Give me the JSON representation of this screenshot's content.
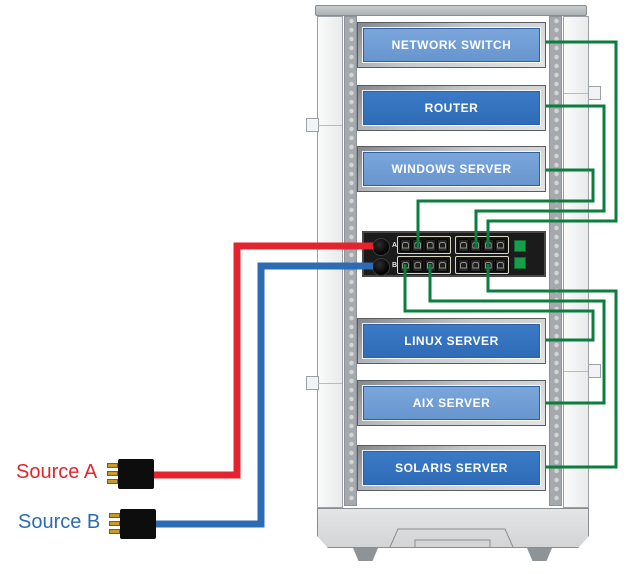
{
  "colors": {
    "source_a_red": "#e3242e",
    "source_b_blue": "#2c6cb5",
    "power_cable_green": "#0b7d3c",
    "server_light_blue": "#6d9bd4",
    "server_dark_blue": "#3374c2",
    "pdu_led_green": "#179e4b"
  },
  "sources": [
    {
      "id": "A",
      "label": "Source A",
      "color": "#e3242e",
      "icon": "power-plug-icon"
    },
    {
      "id": "B",
      "label": "Source B",
      "color": "#2c6cb5",
      "icon": "power-plug-icon"
    }
  ],
  "rack": {
    "units": [
      {
        "label": "NETWORK SWITCH",
        "tone": "light"
      },
      {
        "label": "ROUTER",
        "tone": "dark"
      },
      {
        "label": "WINDOWS SERVER",
        "tone": "light"
      },
      {
        "label": "LINUX SERVER",
        "tone": "dark"
      },
      {
        "label": "AIX SERVER",
        "tone": "light"
      },
      {
        "label": "SOLARIS SERVER",
        "tone": "dark"
      }
    ]
  },
  "pdu": {
    "feeds": [
      {
        "label": "A"
      },
      {
        "label": "B"
      }
    ],
    "outlet_banks": 2,
    "rows_per_bank": 2,
    "outlets_per_row": 4,
    "status_leds": 2
  },
  "connections": [
    {
      "from": "Source A",
      "to": "PDU feed A",
      "color": "red"
    },
    {
      "from": "Source B",
      "to": "PDU feed B",
      "color": "blue"
    },
    {
      "from": "PDU bank 2 top outlet 3",
      "to": "NETWORK SWITCH",
      "color": "green"
    },
    {
      "from": "PDU bank 2 top outlet 2",
      "to": "ROUTER",
      "color": "green"
    },
    {
      "from": "PDU bank 1 top outlet 2",
      "to": "WINDOWS SERVER",
      "color": "green"
    },
    {
      "from": "PDU bank 1 bottom outlet 1",
      "to": "LINUX SERVER",
      "color": "green"
    },
    {
      "from": "PDU bank 1 bottom outlet 3",
      "to": "AIX SERVER",
      "color": "green"
    },
    {
      "from": "PDU bank 2 bottom outlet 3",
      "to": "SOLARIS SERVER",
      "color": "green"
    }
  ],
  "cables": [
    {
      "name": "source-a-to-feed-a",
      "color": "#e3242e",
      "width": 7,
      "points": [
        [
          150,
          475
        ],
        [
          237,
          475
        ],
        [
          237,
          246
        ],
        [
          373,
          246
        ]
      ]
    },
    {
      "name": "source-b-to-feed-b",
      "color": "#2c6cb5",
      "width": 7,
      "points": [
        [
          152,
          524
        ],
        [
          261,
          524
        ],
        [
          261,
          266
        ],
        [
          373,
          266
        ]
      ]
    },
    {
      "name": "network-switch-power",
      "color": "#0b7d3c",
      "width": 3,
      "points": [
        [
          546,
          42
        ],
        [
          616,
          42
        ],
        [
          616,
          221
        ],
        [
          488,
          221
        ],
        [
          488,
          247
        ]
      ]
    },
    {
      "name": "router-power",
      "color": "#0b7d3c",
      "width": 3,
      "points": [
        [
          546,
          106
        ],
        [
          604,
          106
        ],
        [
          604,
          211
        ],
        [
          476,
          211
        ],
        [
          476,
          247
        ]
      ]
    },
    {
      "name": "windows-server-power",
      "color": "#0b7d3c",
      "width": 3,
      "points": [
        [
          546,
          170
        ],
        [
          593,
          170
        ],
        [
          593,
          201
        ],
        [
          418,
          201
        ],
        [
          418,
          247
        ]
      ]
    },
    {
      "name": "linux-server-power",
      "color": "#0b7d3c",
      "width": 3,
      "points": [
        [
          405,
          264
        ],
        [
          405,
          311
        ],
        [
          593,
          311
        ],
        [
          593,
          340
        ],
        [
          546,
          340
        ]
      ]
    },
    {
      "name": "aix-server-power",
      "color": "#0b7d3c",
      "width": 3,
      "points": [
        [
          430,
          264
        ],
        [
          430,
          301
        ],
        [
          604,
          301
        ],
        [
          604,
          403
        ],
        [
          546,
          403
        ]
      ]
    },
    {
      "name": "solaris-server-power",
      "color": "#0b7d3c",
      "width": 3,
      "points": [
        [
          488,
          264
        ],
        [
          488,
          291
        ],
        [
          616,
          291
        ],
        [
          616,
          467
        ],
        [
          546,
          467
        ]
      ]
    }
  ]
}
